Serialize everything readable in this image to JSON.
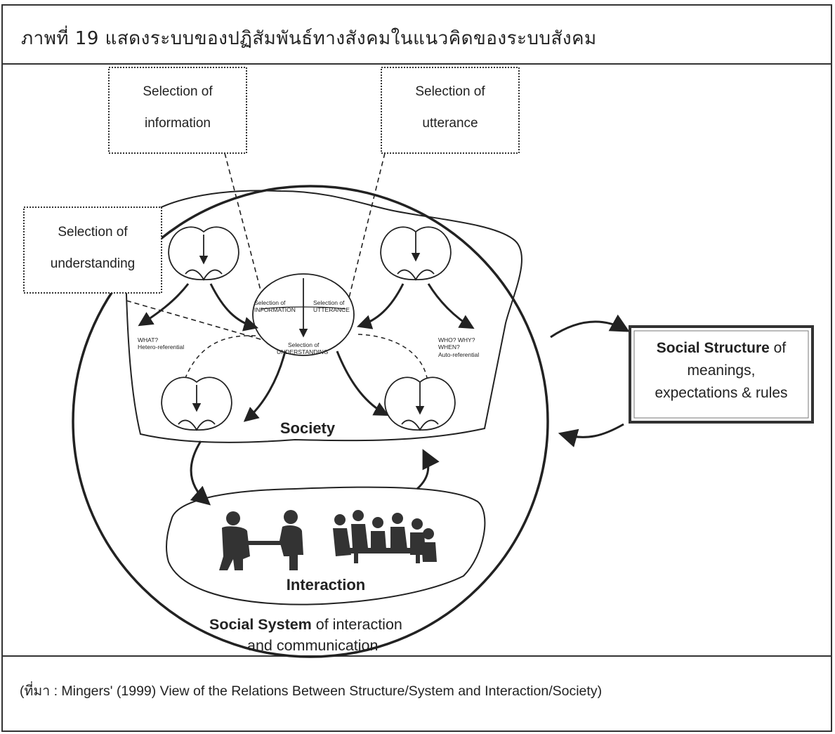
{
  "header": {
    "title": "ภาพที่ 19   แสดงระบบของปฏิสัมพันธ์ทางสังคมในแนวคิดของระบบสังคม"
  },
  "boxes": {
    "information": {
      "line1": "Selection of",
      "line2": "information"
    },
    "utterance": {
      "line1": "Selection of",
      "line2": "utterance"
    },
    "understanding": {
      "line1": "Selection of",
      "line2": "understanding"
    }
  },
  "center_labels": {
    "info": {
      "line1": "Selection of",
      "line2": "INFORMATION"
    },
    "utter": {
      "line1": "Selection of",
      "line2": "UTTERANCE"
    },
    "under": {
      "line1": "Selection of",
      "line2": "UNDERSTANDING"
    },
    "left_note": {
      "line1": "WHAT?",
      "line2": "Hetero-referential"
    },
    "right_note": {
      "line1": "WHO? WHY?",
      "line2": "WHEN?",
      "line3": "Auto-referential"
    }
  },
  "society_label": "Society",
  "interaction_label": "Interaction",
  "social_system": {
    "bold": "Social System",
    "rest1": " of interaction",
    "line2": "and communication"
  },
  "social_structure": {
    "bold": "Social Structure",
    "rest1": " of",
    "line2": "meanings,",
    "line3": "expectations & rules"
  },
  "footer": {
    "source": "(ที่มา : Mingers' (1999) View of the Relations Between Structure/System and Interaction/Society)"
  }
}
